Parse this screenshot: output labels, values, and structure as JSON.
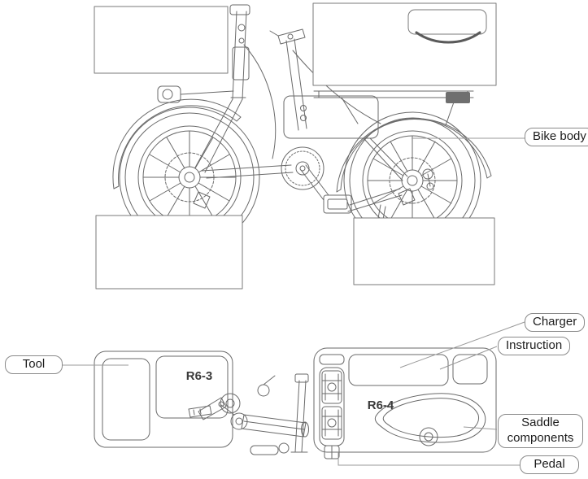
{
  "callouts": {
    "bike_body": "Bike body",
    "tool": "Tool",
    "charger": "Charger",
    "instruction": "Instruction",
    "saddle_components": "Saddle components",
    "pedal": "Pedal"
  },
  "tray_markings": {
    "left_tray": "R6-3",
    "right_tray": "R6-4"
  },
  "colors": {
    "line": "#6a6a6a",
    "callout_border": "#8a8a8a",
    "leader_line": "#9a9a9a",
    "text": "#1c1c1c"
  }
}
